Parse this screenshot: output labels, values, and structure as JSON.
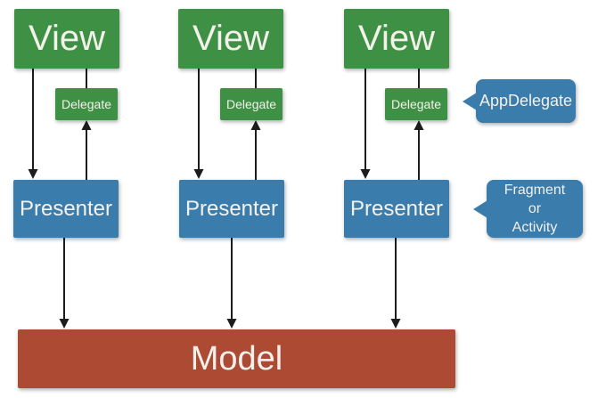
{
  "colors": {
    "box_green": "#3e9144",
    "box_blue": "#3a7cab",
    "box_red": "#ad4a33",
    "arrow": "#1c1c1c",
    "label_text": "#f4f1ec"
  },
  "columns": [
    {
      "view_label": "View",
      "delegate_label": "Delegate",
      "presenter_label": "Presenter"
    },
    {
      "view_label": "View",
      "delegate_label": "Delegate",
      "presenter_label": "Presenter"
    },
    {
      "view_label": "View",
      "delegate_label": "Delegate",
      "presenter_label": "Presenter"
    }
  ],
  "model_label": "Model",
  "callouts": {
    "app_delegate": {
      "label": "AppDelegate"
    },
    "fragment_activity": {
      "line1": "Fragment",
      "line2": "or",
      "line3": "Activity"
    }
  }
}
